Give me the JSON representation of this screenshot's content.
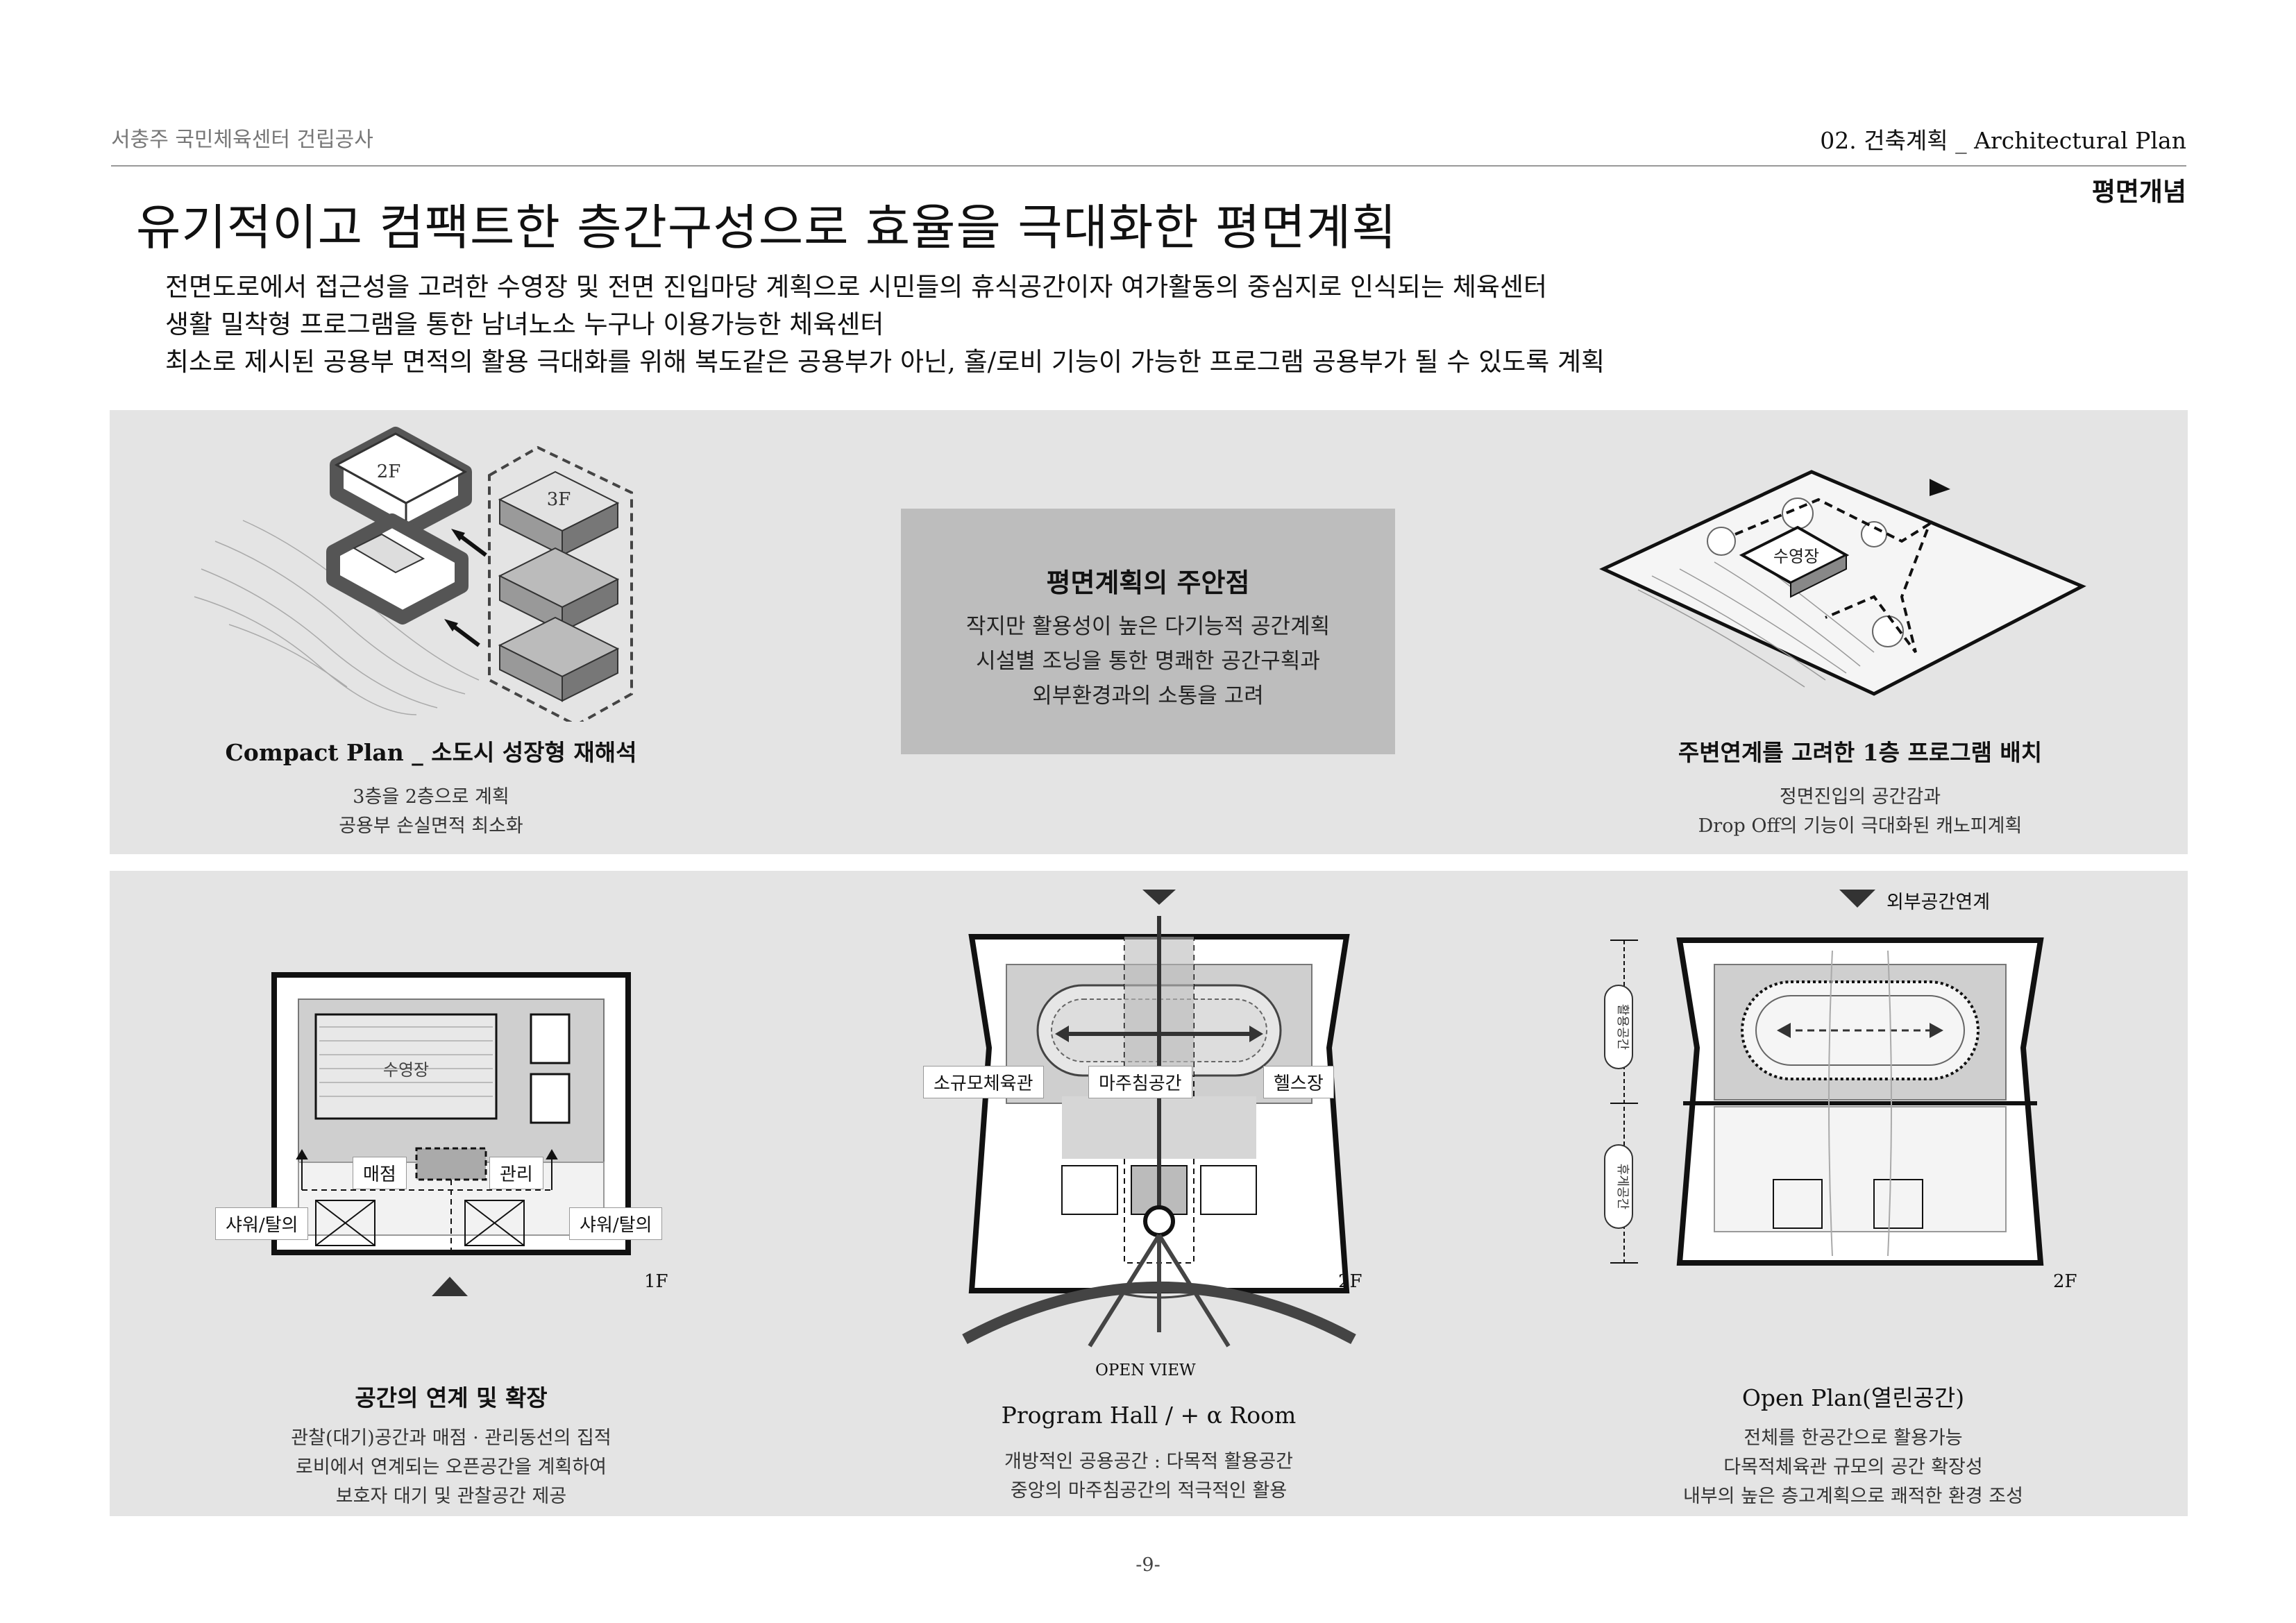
{
  "header": {
    "project": "서충주 국민체육센터 건립공사",
    "chapter": "02. 건축계획 _ Architectural Plan",
    "section": "평면개념"
  },
  "title": "유기적이고 컴팩트한 층간구성으로 효율을 극대화한 평면계획",
  "lead": [
    "전면도로에서 접근성을 고려한 수영장 및 전면 진입마당 계획으로 시민들의 휴식공간이자 여가활동의 중심지로 인식되는 체육센터",
    "생활 밀착형 프로그램을 통한 남녀노소 누구나 이용가능한 체육센터",
    "최소로 제시된 공용부 면적의 활용 극대화를 위해 복도같은 공용부가 아닌, 홀/로비 기능이 가능한 프로그램 공용부가 될 수 있도록 계획"
  ],
  "top": {
    "compact": {
      "fl2": "2F",
      "fl3": "3F",
      "caption": "Compact Plan _ 소도시 성장형 재해석",
      "lines": [
        "3층을 2층으로 계획",
        "공용부 손실면적 최소화"
      ]
    },
    "note": {
      "title": "평면계획의 주안점",
      "lines": [
        "작지만 활용성이 높은 다기능적 공간계획",
        "시설별 조닝을 통한 명쾌한 공간구획과",
        "외부환경과의 소통을 고려"
      ]
    },
    "site": {
      "pool": "수영장",
      "caption": "주변연계를 고려한 1층 프로그램 배치",
      "lines": [
        "정면진입의 공간감과",
        "Drop Off의 기능이 극대화된 캐노피계획"
      ]
    }
  },
  "bottom": {
    "p1": {
      "pool": "수영장",
      "shop": "매점",
      "office": "관리",
      "shower_l": "샤워/탈의",
      "shower_r": "샤워/탈의",
      "floor": "1F",
      "caption": "공간의 연계 및 확장",
      "lines": [
        "관찰(대기)공간과 매점 · 관리동선의 집적",
        "로비에서 연계되는 오픈공간을 계획하여",
        "보호자 대기 및 관찰공간 제공"
      ]
    },
    "p2": {
      "gym": "소규모체육관",
      "meet": "마주침공간",
      "health": "헬스장",
      "floor": "2F",
      "view": "OPEN VIEW",
      "caption": "Program Hall / + α  Room",
      "lines": [
        "개방적인 공용공간 : 다목적 활용공간",
        "중앙의 마주침공간의 적극적인 활용"
      ]
    },
    "p3": {
      "outer": "외부공간연계",
      "use": "활용공간",
      "rest": "휴게공간",
      "floor": "2F",
      "caption": "Open Plan(열린공간)",
      "lines": [
        "전체를 한공간으로 활용가능",
        "다목적체육관 규모의 공간 확장성",
        "내부의 높은 층고계획으로 쾌적한 환경 조성"
      ]
    }
  },
  "page_number": "-9-"
}
